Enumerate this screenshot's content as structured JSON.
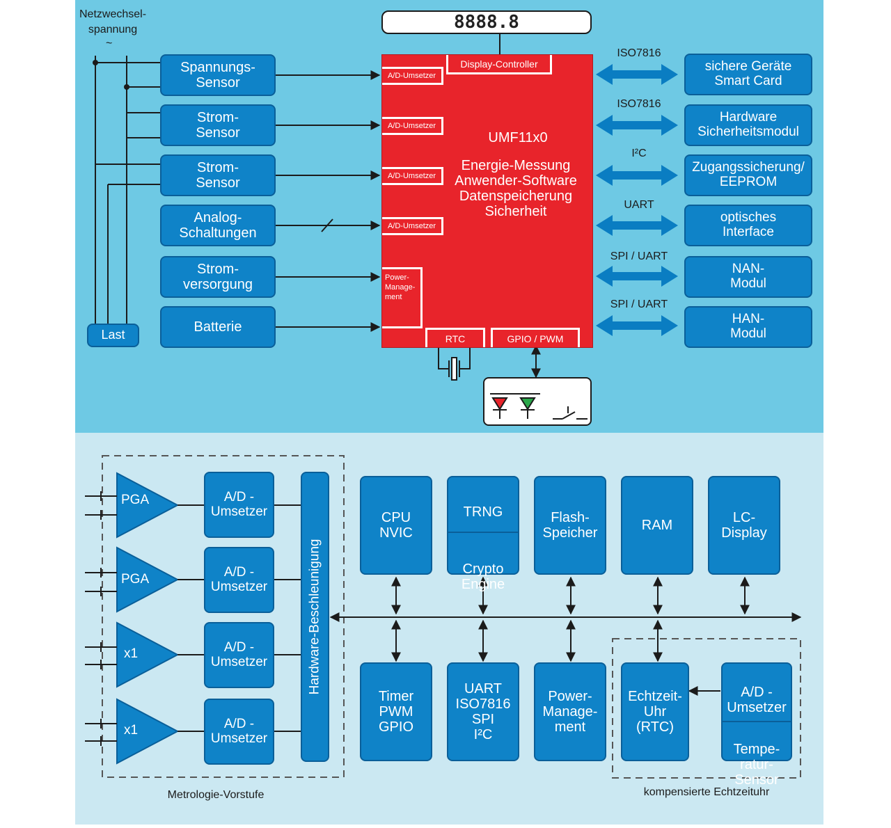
{
  "colors": {
    "top_bg": "#6ec9e4",
    "bottom_bg": "#cbe8f2",
    "box": "#0f83c8",
    "chip": "#e8242b",
    "arrow": "#0a7dc2"
  },
  "top": {
    "mains_label": "Netzwechsel-\nspannung",
    "mains_symbol": "~",
    "display_value": "8888.8",
    "left_boxes": [
      "Spannungs-\nSensor",
      "Strom-\nSensor",
      "Strom-\nSensor",
      "Analog-\nSchaltungen",
      "Strom-\nversorgung",
      "Batterie"
    ],
    "load": "Last",
    "chip": {
      "display_controller": "Display-Controller",
      "adc": [
        "A/D-Umsetzer",
        "A/D-Umsetzer",
        "A/D-Umsetzer",
        "A/D-Umsetzer"
      ],
      "power": "Power-\nManage-\nment",
      "rtc": "RTC",
      "gpio": "GPIO / PWM",
      "title": "UMF11x0",
      "functions": "Energie-Messung\nAnwender-Software\nDatenspeicherung\nSicherheit"
    },
    "interfaces": [
      "ISO7816",
      "ISO7816",
      "I²C",
      "UART",
      "SPI / UART",
      "SPI / UART"
    ],
    "right_boxes": [
      "sichere Geräte\nSmart Card",
      "Hardware\nSicherheitsmodul",
      "Zugangssicherung/\nEEPROM",
      "optisches\nInterface",
      "NAN-\nModul",
      "HAN-\nModul"
    ]
  },
  "bottom": {
    "amplifiers": [
      "PGA",
      "PGA",
      "x1",
      "x1"
    ],
    "adcs": [
      "A/D -\nUmsetzer",
      "A/D -\nUmsetzer",
      "A/D -\nUmsetzer",
      "A/D -\nUmsetzer"
    ],
    "hw_accel": "Hardware-Beschleunigung",
    "metrology_caption": "Metrologie-Vorstufe",
    "top_blocks": [
      "CPU\nNVIC",
      "TRNG",
      "Crypto\nEngine",
      "Flash-\nSpeicher",
      "RAM",
      "LC-\nDisplay"
    ],
    "bottom_blocks": [
      "Timer\nPWM\nGPIO",
      "UART\nISO7816\nSPI\nI²C",
      "Power-\nManage-\nment",
      "Echtzeit-\nUhr\n(RTC)",
      "A/D -\nUmsetzer",
      "Tempe-\nratur-\nSensor"
    ],
    "rtc_caption": "kompensierte Echtzeituhr"
  }
}
